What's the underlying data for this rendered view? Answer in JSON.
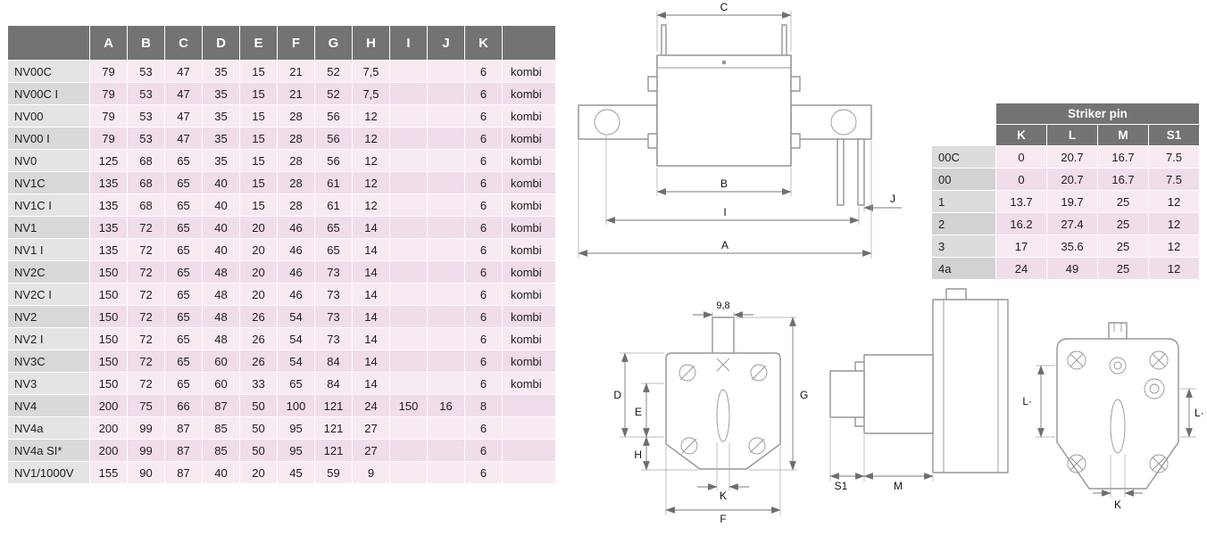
{
  "main_table": {
    "columns": [
      "A",
      "B",
      "C",
      "D",
      "E",
      "F",
      "G",
      "H",
      "I",
      "J",
      "K"
    ],
    "rows": [
      {
        "label": "NV00C",
        "values": [
          "79",
          "53",
          "47",
          "35",
          "15",
          "21",
          "52",
          "7,5",
          "",
          "",
          "6",
          "kombi"
        ]
      },
      {
        "label": "NV00C I",
        "values": [
          "79",
          "53",
          "47",
          "35",
          "15",
          "21",
          "52",
          "7,5",
          "",
          "",
          "6",
          "kombi"
        ]
      },
      {
        "label": "NV00",
        "values": [
          "79",
          "53",
          "47",
          "35",
          "15",
          "28",
          "56",
          "12",
          "",
          "",
          "6",
          "kombi"
        ]
      },
      {
        "label": "NV00 I",
        "values": [
          "79",
          "53",
          "47",
          "35",
          "15",
          "28",
          "56",
          "12",
          "",
          "",
          "6",
          "kombi"
        ]
      },
      {
        "label": "NV0",
        "values": [
          "125",
          "68",
          "65",
          "35",
          "15",
          "28",
          "56",
          "12",
          "",
          "",
          "6",
          "kombi"
        ]
      },
      {
        "label": "NV1C",
        "values": [
          "135",
          "68",
          "65",
          "40",
          "15",
          "28",
          "61",
          "12",
          "",
          "",
          "6",
          "kombi"
        ]
      },
      {
        "label": "NV1C I",
        "values": [
          "135",
          "68",
          "65",
          "40",
          "15",
          "28",
          "61",
          "12",
          "",
          "",
          "6",
          "kombi"
        ]
      },
      {
        "label": "NV1",
        "values": [
          "135",
          "72",
          "65",
          "40",
          "20",
          "46",
          "65",
          "14",
          "",
          "",
          "6",
          "kombi"
        ]
      },
      {
        "label": "NV1 I",
        "values": [
          "135",
          "72",
          "65",
          "40",
          "20",
          "46",
          "65",
          "14",
          "",
          "",
          "6",
          "kombi"
        ]
      },
      {
        "label": "NV2C",
        "values": [
          "150",
          "72",
          "65",
          "48",
          "20",
          "46",
          "73",
          "14",
          "",
          "",
          "6",
          "kombi"
        ]
      },
      {
        "label": "NV2C I",
        "values": [
          "150",
          "72",
          "65",
          "48",
          "20",
          "46",
          "73",
          "14",
          "",
          "",
          "6",
          "kombi"
        ]
      },
      {
        "label": "NV2",
        "values": [
          "150",
          "72",
          "65",
          "48",
          "26",
          "54",
          "73",
          "14",
          "",
          "",
          "6",
          "kombi"
        ]
      },
      {
        "label": "NV2 I",
        "values": [
          "150",
          "72",
          "65",
          "48",
          "26",
          "54",
          "73",
          "14",
          "",
          "",
          "6",
          "kombi"
        ]
      },
      {
        "label": "NV3C",
        "values": [
          "150",
          "72",
          "65",
          "60",
          "26",
          "54",
          "84",
          "14",
          "",
          "",
          "6",
          "kombi"
        ]
      },
      {
        "label": "NV3",
        "values": [
          "150",
          "72",
          "65",
          "60",
          "33",
          "65",
          "84",
          "14",
          "",
          "",
          "6",
          "kombi"
        ]
      },
      {
        "label": "NV4",
        "values": [
          "200",
          "75",
          "66",
          "87",
          "50",
          "100",
          "121",
          "24",
          "150",
          "16",
          "8",
          ""
        ]
      },
      {
        "label": "NV4a",
        "values": [
          "200",
          "99",
          "87",
          "85",
          "50",
          "95",
          "121",
          "27",
          "",
          "",
          "6",
          ""
        ]
      },
      {
        "label": "NV4a SI*",
        "values": [
          "200",
          "99",
          "87",
          "85",
          "50",
          "95",
          "121",
          "27",
          "",
          "",
          "6",
          ""
        ]
      },
      {
        "label": "NV1/1000V",
        "values": [
          "155",
          "90",
          "87",
          "40",
          "20",
          "45",
          "59",
          "9",
          "",
          "",
          "6",
          ""
        ]
      }
    ]
  },
  "striker_table": {
    "title": "Striker pin",
    "columns": [
      "K",
      "L",
      "M",
      "S1"
    ],
    "rows": [
      {
        "label": "00C",
        "values": [
          "0",
          "20.7",
          "16.7",
          "7.5"
        ]
      },
      {
        "label": "00",
        "values": [
          "0",
          "20.7",
          "16.7",
          "7.5"
        ]
      },
      {
        "label": "1",
        "values": [
          "13.7",
          "19.7",
          "25",
          "12"
        ]
      },
      {
        "label": "2",
        "values": [
          "16.2",
          "27.4",
          "25",
          "12"
        ]
      },
      {
        "label": "3",
        "values": [
          "17",
          "35.6",
          "25",
          "12"
        ]
      },
      {
        "label": "4a",
        "values": [
          "24",
          "49",
          "25",
          "12"
        ]
      }
    ]
  },
  "diagrams": {
    "top": {
      "c": "C",
      "b": "B",
      "j": "J",
      "i": "I",
      "a": "A"
    },
    "front": {
      "w": "9,8",
      "d": "D",
      "e": "E",
      "h": "H",
      "g": "G",
      "k": "K",
      "f": "F"
    },
    "side": {
      "s1": "S1",
      "m": "M"
    },
    "rear": {
      "l_left": "L·",
      "l_right": "L·",
      "k": "K"
    }
  },
  "colors": {
    "header_gray": "#737373",
    "row_pink_light": "#f8eaf2",
    "row_pink_dark": "#f1dcea",
    "label_gray_light": "#e4e4e4",
    "label_gray_dark": "#d9d9d9",
    "drawing_stroke": "#959595"
  }
}
